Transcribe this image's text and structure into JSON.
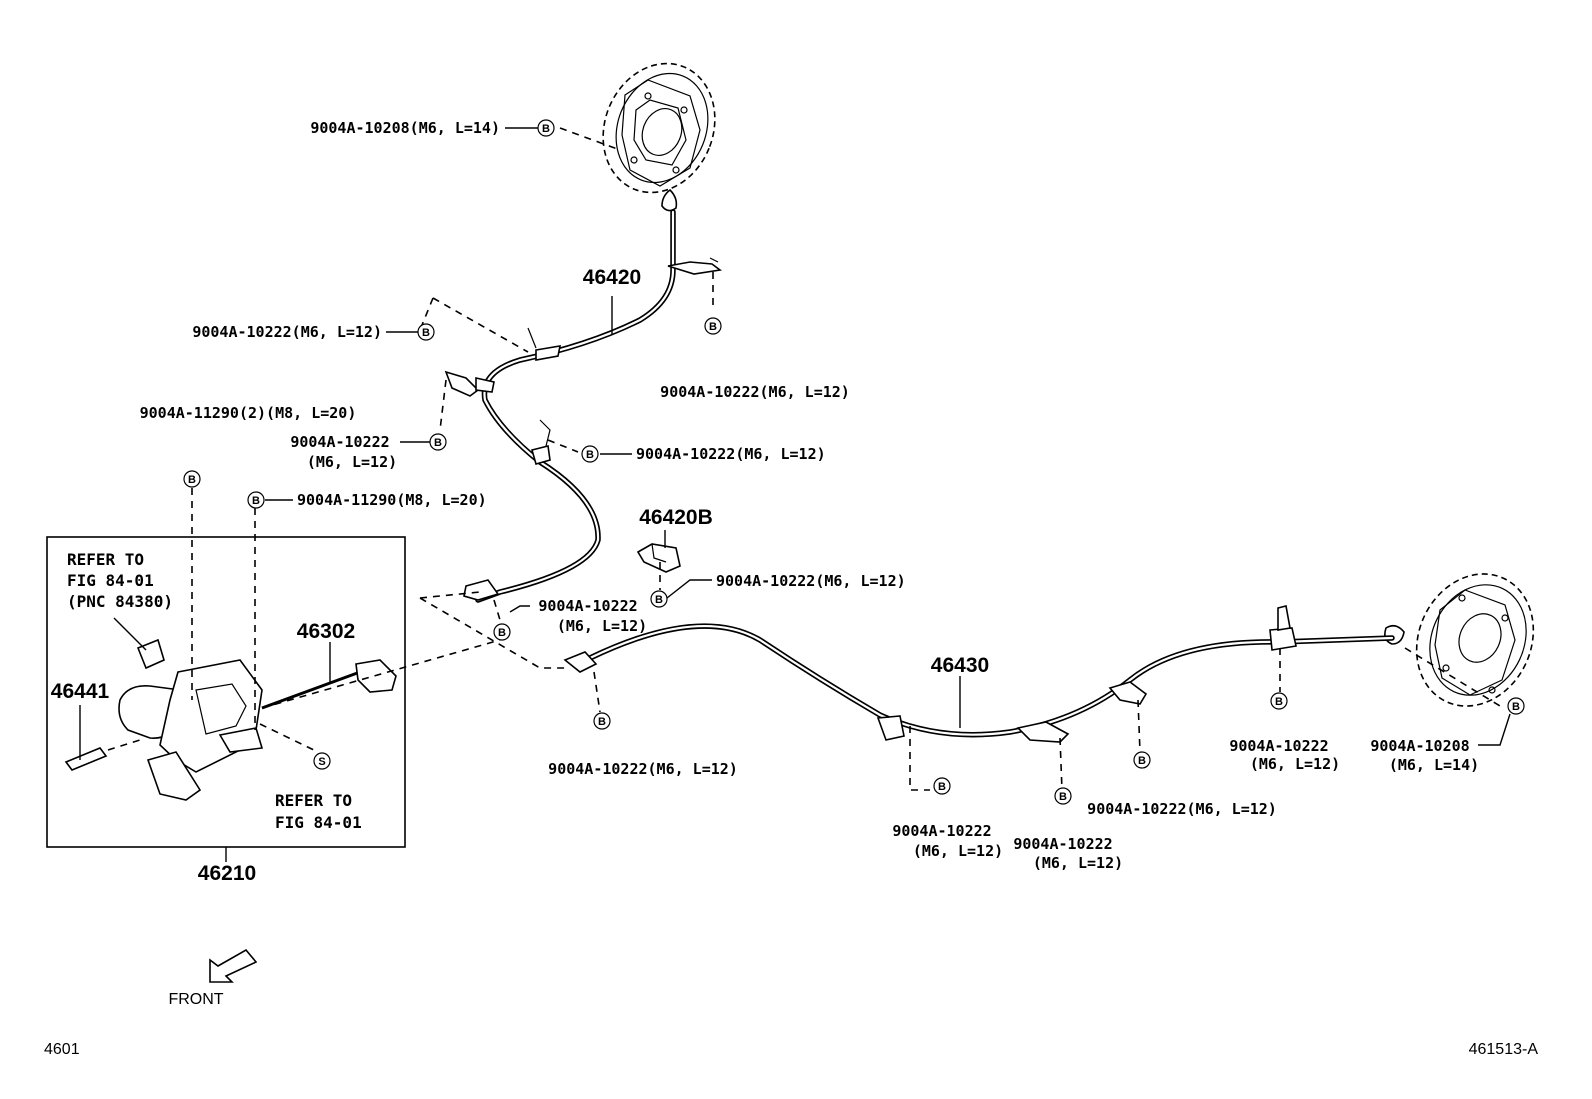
{
  "labels": {
    "bolt_top_left_disc": "9004A-10208(M6, L=14)",
    "bolt_bracket_upper": "9004A-10222(M6, L=12)",
    "bolt_right_upper_bracket": "9004A-10222(M6, L=12)",
    "bolt_lever_m8_qty": "9004A-11290(2)(M8, L=20)",
    "bolt_cable_clip_a_line1": "9004A-10222",
    "bolt_cable_clip_a_line2": "(M6, L=12)",
    "bolt_cable_clip_b": "9004A-10222(M6, L=12)",
    "bolt_lever_m8": "9004A-11290(M8, L=20)",
    "bolt_46420b": "9004A-10222(M6, L=12)",
    "bolt_equalizer_line1": "9004A-10222",
    "bolt_equalizer_line2": "(M6, L=12)",
    "bolt_front_bottom": "9004A-10222(M6, L=12)",
    "bolt_mid_1_line1": "9004A-10222",
    "bolt_mid_1_line2": "(M6, L=12)",
    "bolt_mid_2_line1": "9004A-10222",
    "bolt_mid_2_line2": "(M6, L=12)",
    "bolt_mid_3": "9004A-10222(M6, L=12)",
    "bolt_right_line1": "9004A-10222",
    "bolt_right_line2": "(M6, L=12)",
    "bolt_right_disc_line1": "9004A-10208",
    "bolt_right_disc_line2": "(M6, L=14)"
  },
  "parts": {
    "cable_no2": "46420",
    "cable_no3": "46430",
    "bracket": "46420B",
    "intermediate_lever": "46302",
    "lever_assy": "46210",
    "pin": "46441"
  },
  "notes": {
    "refer_1_line1": "REFER TO",
    "refer_1_line2": "FIG 84-01",
    "refer_1_line3": "(PNC 84380)",
    "refer_2_line1": "REFER TO",
    "refer_2_line2": "FIG 84-01"
  },
  "markers": {
    "bolt": "B",
    "screw": "S"
  },
  "direction_label": "FRONT",
  "footer": {
    "page_code": "4601",
    "figure_code": "461513-A"
  }
}
